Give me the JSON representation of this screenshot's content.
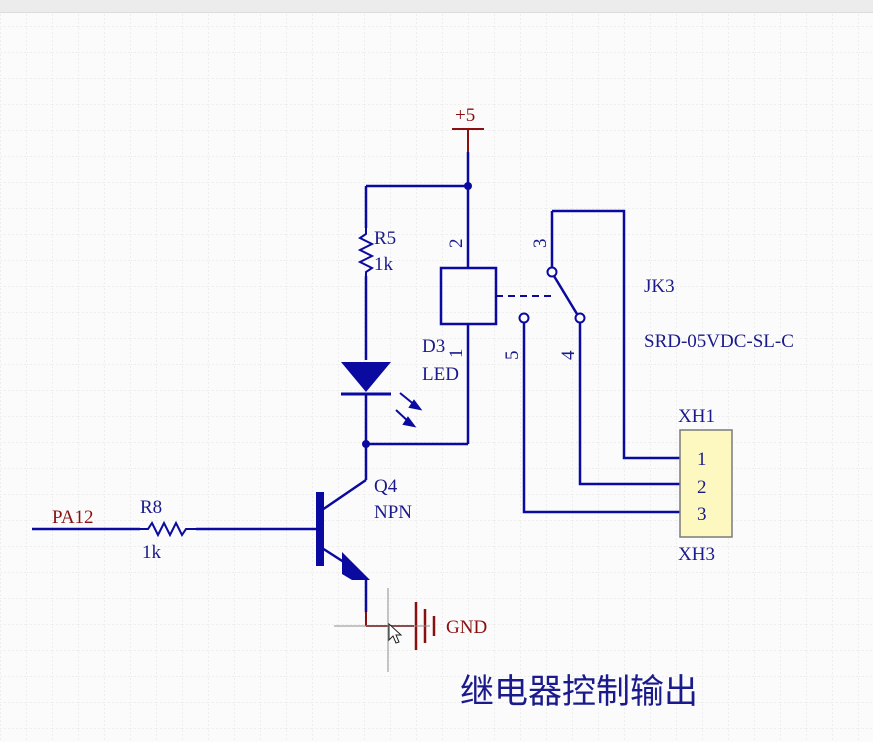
{
  "title": "继电器控制输出",
  "net_labels": {
    "vcc": "+5",
    "input": "PA12",
    "ground": "GND"
  },
  "components": {
    "r5": {
      "designator": "R5",
      "value": "1k"
    },
    "r8": {
      "designator": "R8",
      "value": "1k"
    },
    "d3": {
      "designator": "D3",
      "value": "LED",
      "pin1": "1"
    },
    "q4": {
      "designator": "Q4",
      "type": "NPN"
    },
    "jk3": {
      "designator": "JK3",
      "part": "SRD-05VDC-SL-C",
      "pins": {
        "p2": "2",
        "p3": "3",
        "p4": "4",
        "p5": "5"
      }
    },
    "xh": {
      "top": "XH1",
      "bottom": "XH3",
      "pins": [
        "1",
        "2",
        "3"
      ]
    }
  },
  "colors": {
    "wire": "#0a0aa0",
    "label": "#1a1a8c",
    "net_label": "#8a1010",
    "component_fill": "#fdf8c0",
    "grid": "#e2e2e2"
  }
}
